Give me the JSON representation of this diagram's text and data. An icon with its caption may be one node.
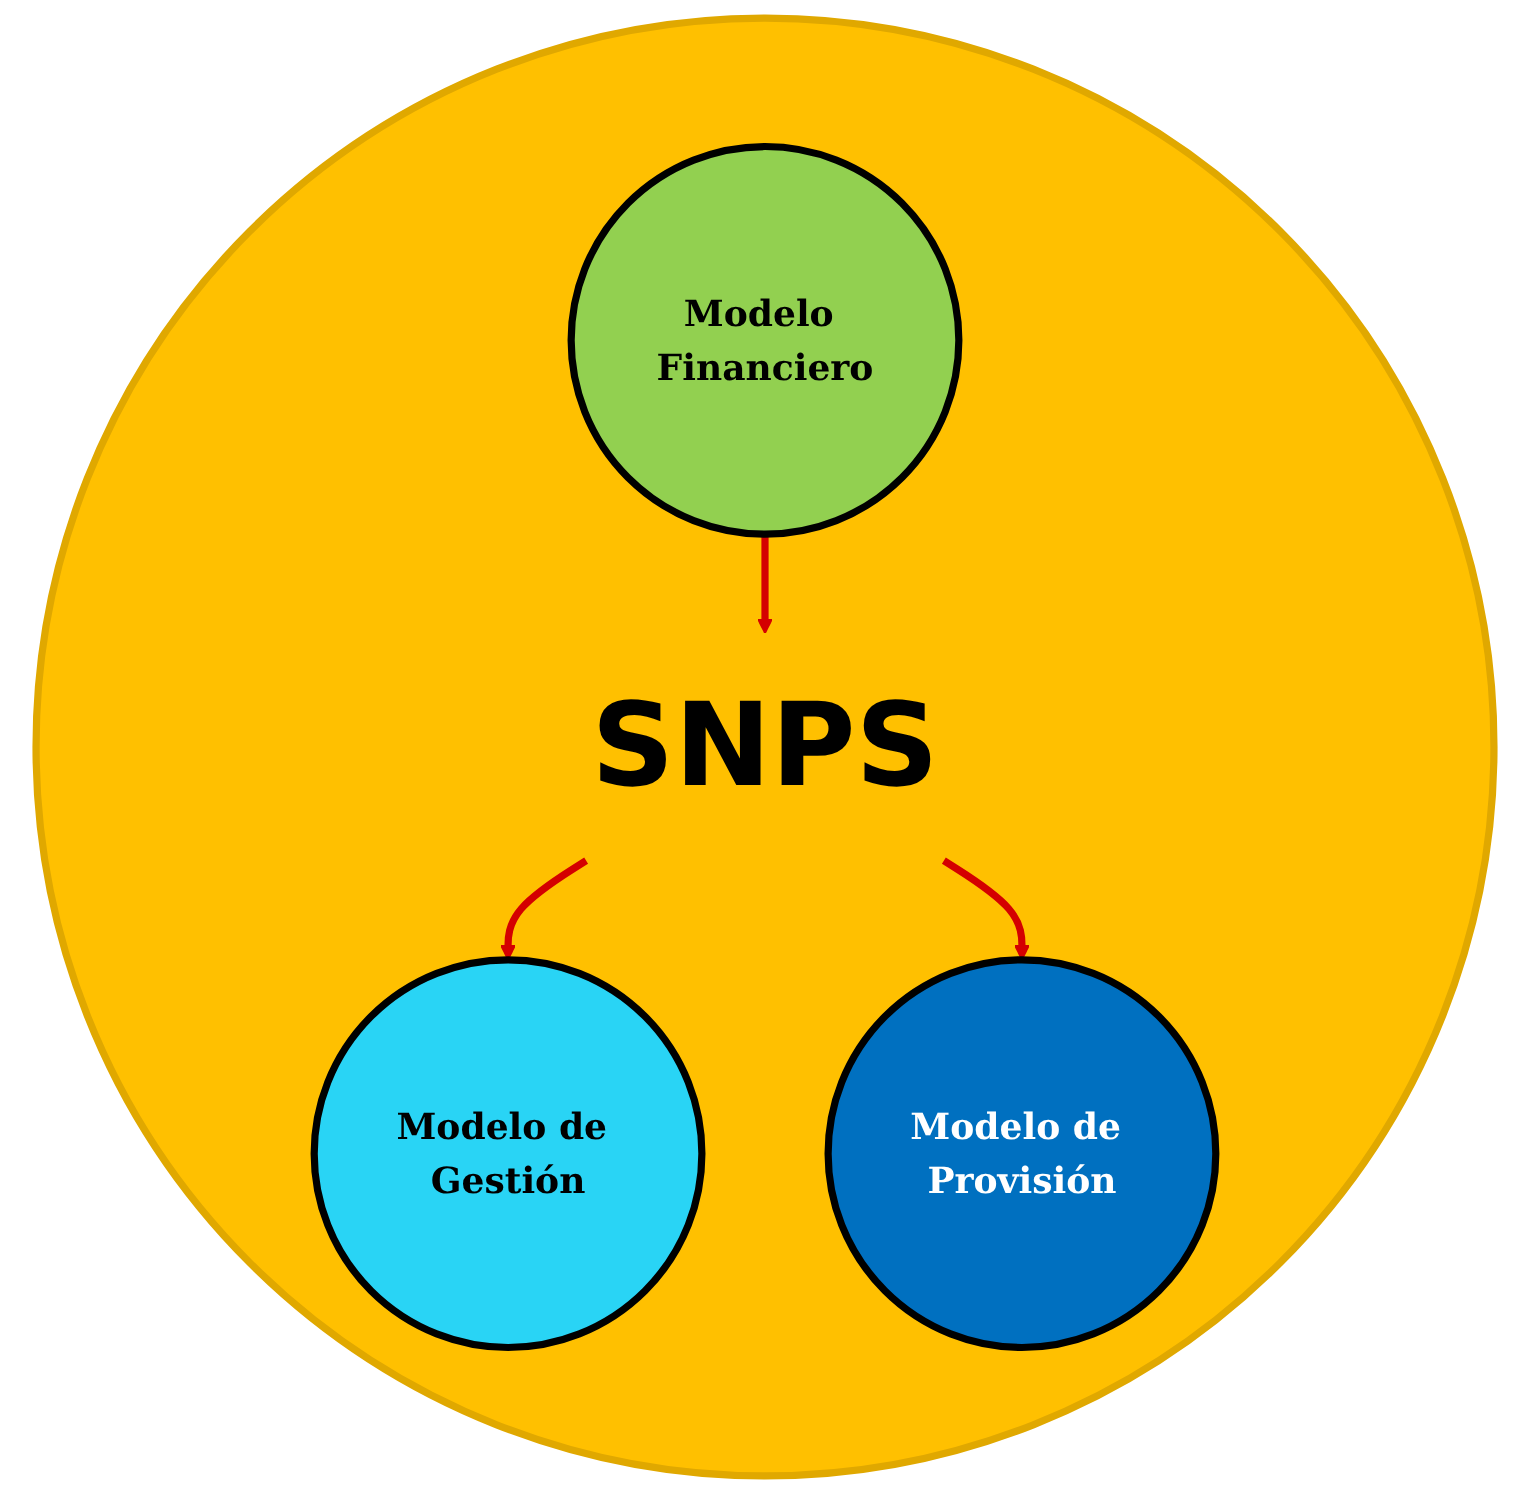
{
  "diagram": {
    "nodes": [
      {
        "text": [],
        "shape": "circle"
      },
      {
        "text": [
          "Modelo Financiero"
        ],
        "in": 0
      },
      {
        "text": [
          "SNPS"
        ],
        "in": 0
      },
      {
        "text": [
          "Modelo de Gestión"
        ],
        "in": 0
      },
      {
        "text": [
          "Modelo de Provisión"
        ],
        "in": 0
      }
    ],
    "edges": [
      {
        "from": 1,
        "to": 2,
        "arrow": "to"
      },
      {
        "from": 2,
        "to": 3,
        "arrow": "to"
      },
      {
        "from": 2,
        "to": 4,
        "arrow": "to"
      }
    ]
  }
}
